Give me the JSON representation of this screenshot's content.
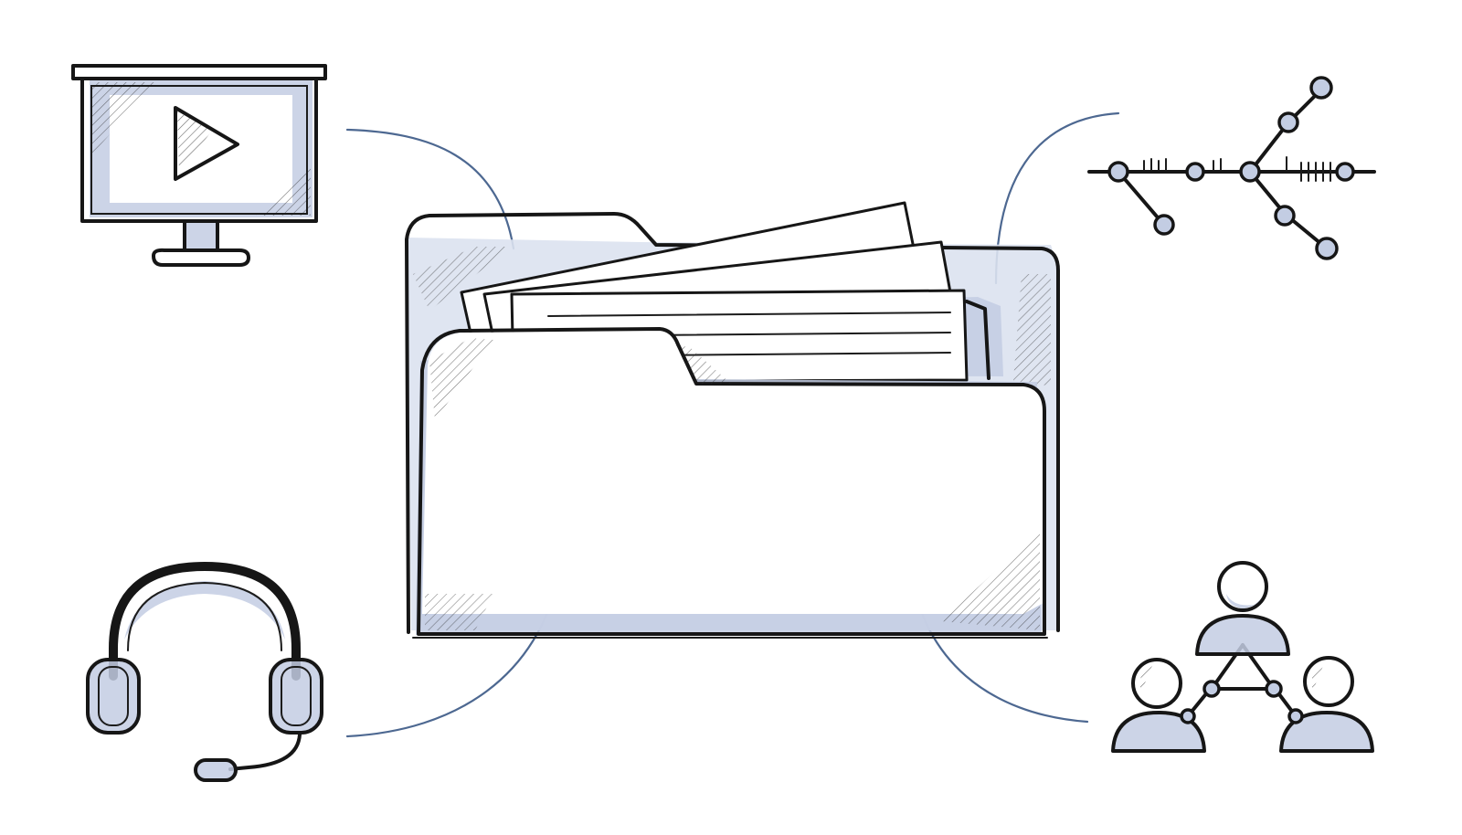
{
  "colors": {
    "background": "#ffffff",
    "ink": "#161616",
    "wash": "#c3cde3",
    "connector": "#4d6891"
  },
  "diagram": {
    "center": {
      "icon": "folder-with-documents-icon"
    },
    "satellites": [
      {
        "icon": "presentation-screen-play-icon",
        "position": "top-left"
      },
      {
        "icon": "timeline-branch-icon",
        "position": "top-right"
      },
      {
        "icon": "headset-icon",
        "position": "bottom-left"
      },
      {
        "icon": "user-network-icon",
        "position": "bottom-right"
      }
    ]
  }
}
